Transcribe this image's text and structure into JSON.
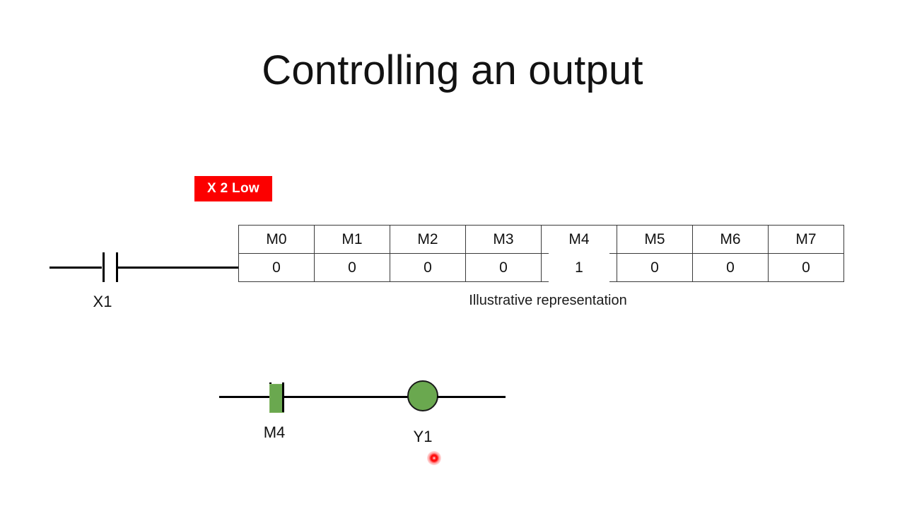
{
  "slide": {
    "title": "Controlling an output",
    "background_color": "#ffffff"
  },
  "status_badge": {
    "label": "X 2 Low",
    "background_color": "#fc0000",
    "text_color": "#ffffff"
  },
  "bit_table": {
    "caption": "Illustrative representation",
    "headers": [
      "M0",
      "M1",
      "M2",
      "M3",
      "M4",
      "M5",
      "M6",
      "M7"
    ],
    "values": [
      "0",
      "0",
      "0",
      "0",
      "1",
      "0",
      "0",
      "0"
    ],
    "highlighted_index": 4,
    "border_color": "#3a3a3a"
  },
  "ladder": {
    "rung1": {
      "contact_label": "X1",
      "contact_type": "normally-open",
      "energized": false
    },
    "rung2": {
      "contact_label": "M4",
      "contact_type": "normally-open",
      "contact_energized": true,
      "coil_label": "Y1",
      "coil_energized": true,
      "energized_color": "#6aa84f"
    }
  },
  "pointer": {
    "type": "laser-dot",
    "color": "#ff0000"
  }
}
